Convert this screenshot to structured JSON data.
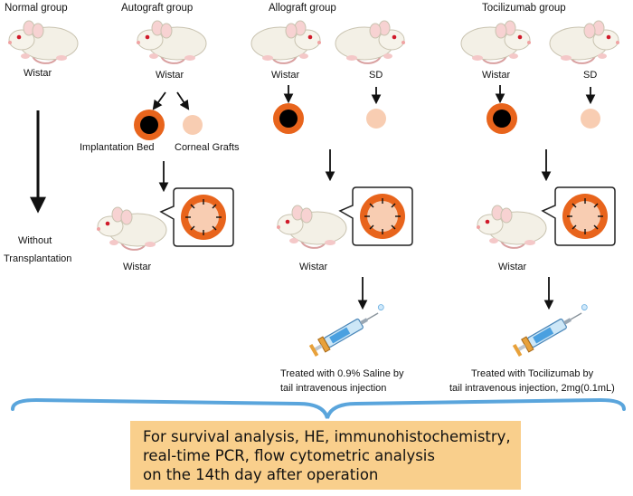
{
  "groups": {
    "normal": {
      "title": "Normal group",
      "rat_label": "Wistar",
      "outcome_line1": "Without",
      "outcome_line2": "Transplantation"
    },
    "autograft": {
      "title": "Autograft group",
      "rat_label": "Wistar",
      "bed_label": "Implantation Bed",
      "graft_label": "Corneal Grafts",
      "recipient_label": "Wistar"
    },
    "allograft": {
      "title": "Allograft group",
      "recipient_label": "Wistar",
      "donor_label": "SD",
      "result_label": "Wistar",
      "treatment_line1": "Treated with 0.9% Saline by",
      "treatment_line2": "tail intravenous injection"
    },
    "tocilizumab": {
      "title": "Tocilizumab group",
      "recipient_label": "Wistar",
      "donor_label": "SD",
      "result_label": "Wistar",
      "treatment_line1": "Treated with Tocilizumab by",
      "treatment_line2": "tail intravenous injection, 2mg(0.1mL)"
    }
  },
  "summary": {
    "line1": "For survival analysis, HE, immunohistochemistry,",
    "line2": "real-time PCR, flow cytometric analysis",
    "line3": "on the 14th day after operation"
  },
  "colors": {
    "bed_ring": "#e8641c",
    "graft": "#f8cdb2",
    "brace": "#5aa5dc",
    "summary_box": "#f9cf8c"
  }
}
